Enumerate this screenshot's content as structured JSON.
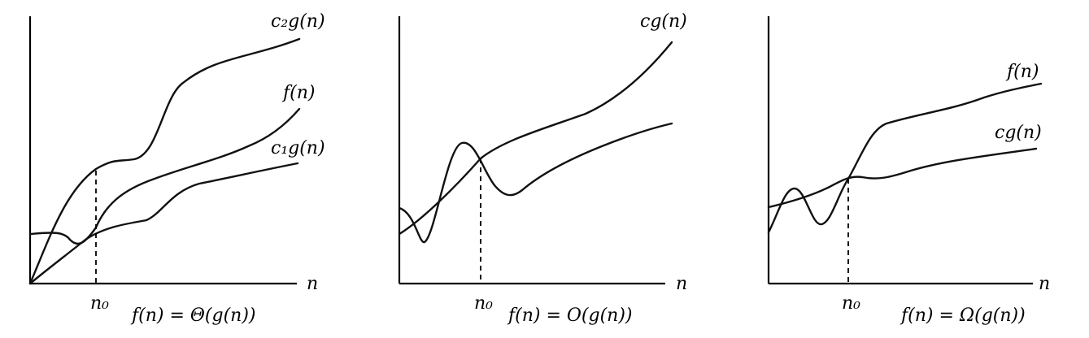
{
  "panels": [
    {
      "upper_label": "c₂g(n)",
      "middle_label": "f(n)",
      "lower_label": "c₁g(n)",
      "n0_label": "n₀",
      "axis_label": "n",
      "caption": "f(n) = Θ(g(n))"
    },
    {
      "upper_label": "cg(n)",
      "n0_label": "n₀",
      "axis_label": "n",
      "caption": "f(n) = O(g(n))"
    },
    {
      "upper_label": "f(n)",
      "lower_label": "cg(n)",
      "n0_label": "n₀",
      "axis_label": "n",
      "caption": "f(n) = Ω(g(n))"
    }
  ]
}
